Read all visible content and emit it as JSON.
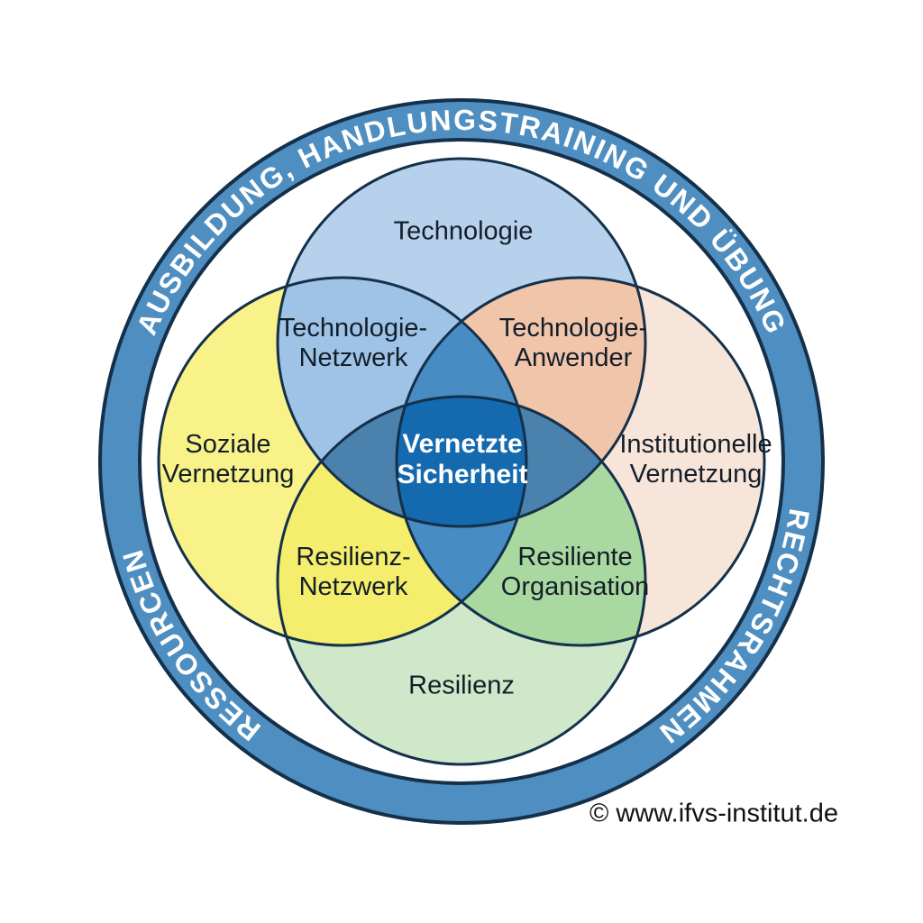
{
  "title_ring": {
    "top_label": "AUSBILDUNG, HANDLUNGSTRAINING UND ÜBUNG",
    "left_label": "RESSOURCEN",
    "right_label": "RECHTSRAHMEN",
    "band_color": "#4e8ec0",
    "text_color": "#ffffff",
    "outline_color": "#14304a"
  },
  "sets": {
    "technologie": {
      "label": "Technologie",
      "color": "#b7d1ec"
    },
    "soziale_vernetzung": {
      "label": "Soziale\nVernetzung",
      "color": "#f8f288"
    },
    "institutionelle_vernetzung": {
      "label": "Institutionelle\nVernetzung",
      "color": "#f8e5d9"
    },
    "resilienz": {
      "label": "Resilienz",
      "color": "#cfe8c9"
    }
  },
  "overlaps": {
    "technologie_netzwerk": {
      "label": "Technologie-\nNetzwerk",
      "color": "#9ec3e7"
    },
    "technologie_anwender": {
      "label": "Technologie-\nAnwender",
      "color": "#f1c5aa"
    },
    "resilienz_netzwerk": {
      "label": "Resilienz-\nNetzwerk",
      "color": "#f5ee6c"
    },
    "resiliente_organisation": {
      "label": "Resiliente\nOrganisation",
      "color": "#a9d9a0"
    },
    "vernetzung_lens": {
      "color": "#478cc2"
    },
    "technologie_resilienz_lens": {
      "color": "#4a82ad"
    }
  },
  "center": {
    "label": "Vernetzte\nSicherheit",
    "color": "#1569ae",
    "text_color": "#ffffff"
  },
  "footer": {
    "copyright": "© www.ifvs-institut.de"
  }
}
